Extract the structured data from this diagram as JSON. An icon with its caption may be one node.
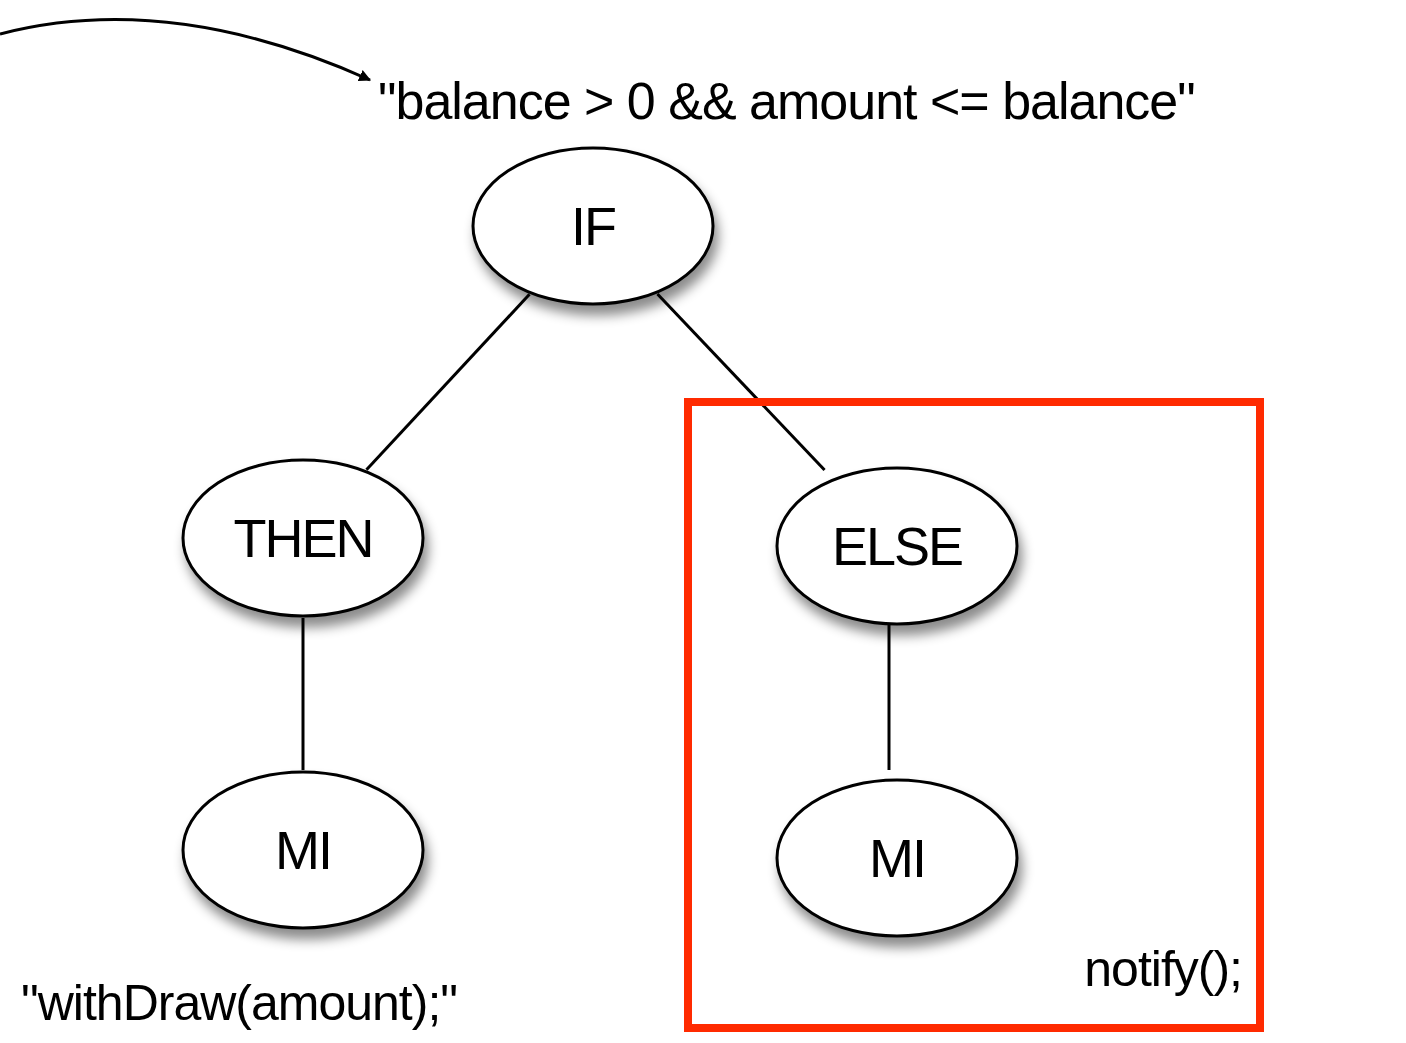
{
  "diagram": {
    "nodes": [
      {
        "text": [
          "\"balance > 0 && amount <= balance\""
        ]
      },
      {
        "text": [
          "IF"
        ]
      },
      {
        "text": [
          "THEN"
        ]
      },
      {
        "text": [
          "MI"
        ],
        "beside": [
          "\"withDraw(amount);\""
        ]
      },
      {
        "text": [
          "notify();"
        ]
      },
      {
        "text": [
          "ELSE"
        ],
        "in": 4
      },
      {
        "text": [
          "MI"
        ],
        "in": 4
      }
    ],
    "edges": [
      {
        "from": null,
        "to": 0,
        "arrow": "to"
      },
      {
        "from": 1,
        "to": 2,
        "arrow": "none"
      },
      {
        "from": 1,
        "to": 5,
        "arrow": "none"
      },
      {
        "from": 2,
        "to": 3,
        "arrow": "none"
      },
      {
        "from": 5,
        "to": 6,
        "arrow": "none"
      }
    ]
  }
}
